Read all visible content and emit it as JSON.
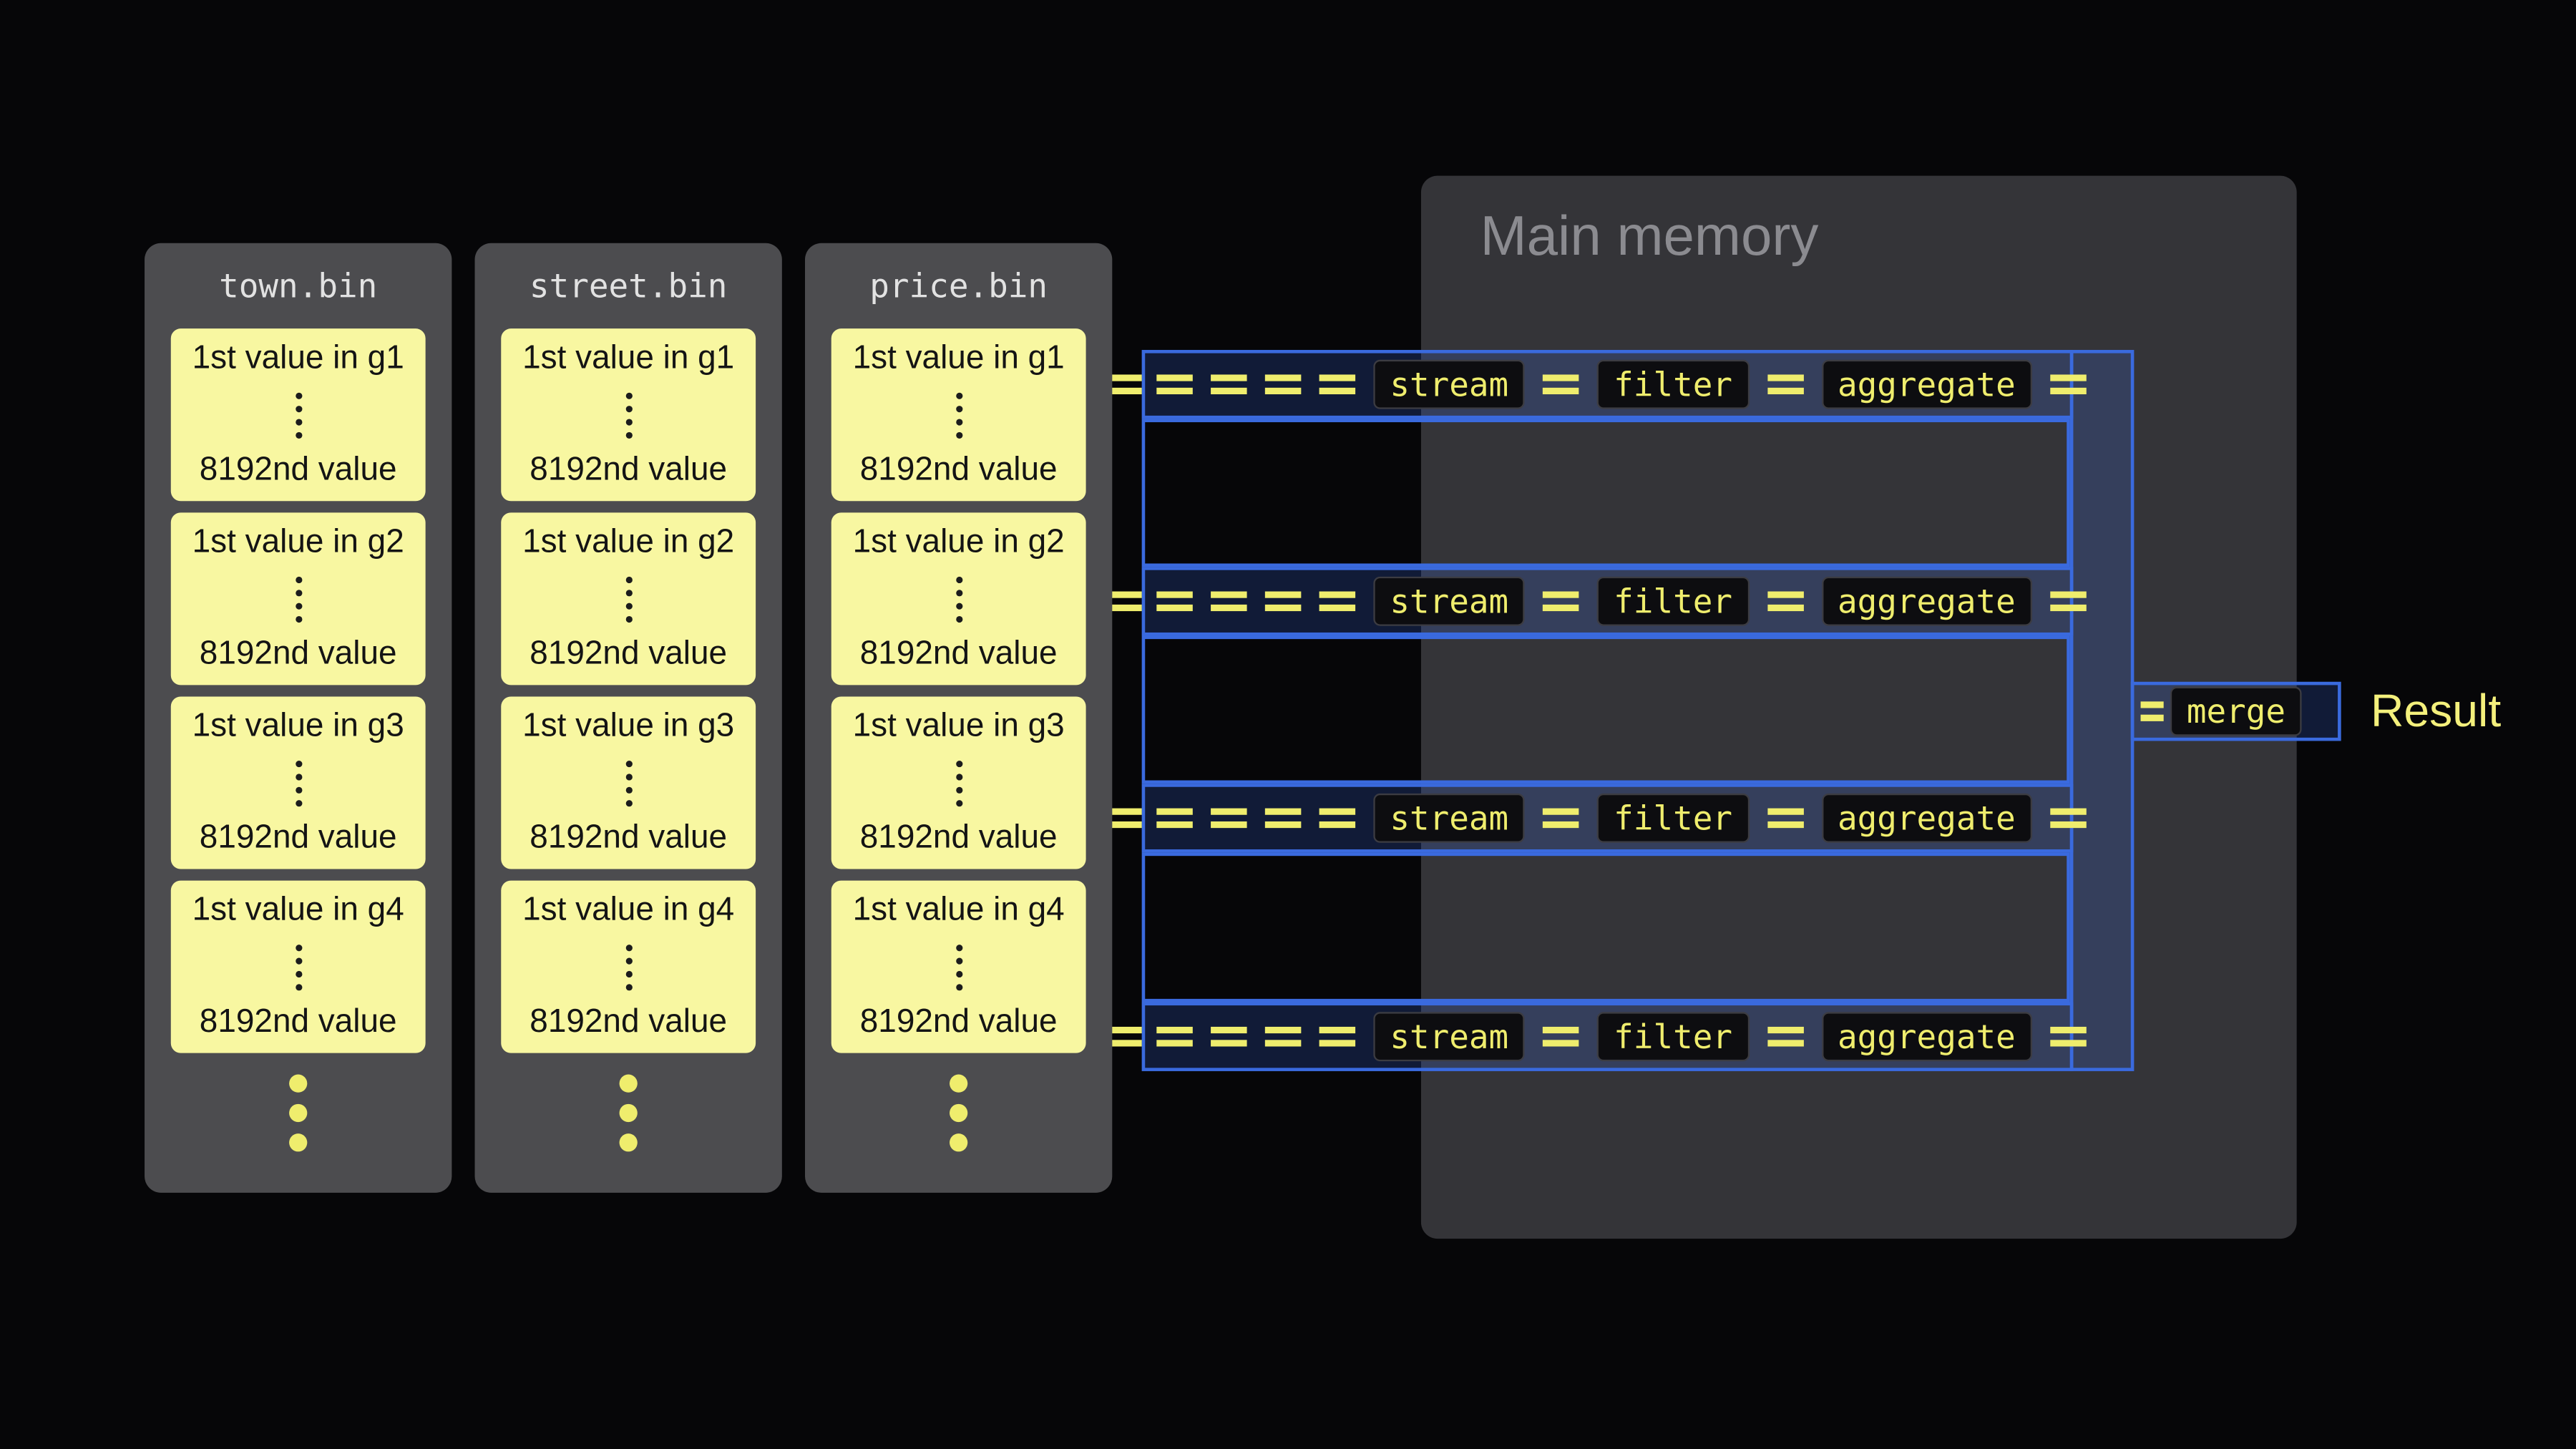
{
  "files": [
    {
      "name": "town.bin"
    },
    {
      "name": "street.bin"
    },
    {
      "name": "price.bin"
    }
  ],
  "granules": [
    {
      "top": "1st value in g1",
      "bottom": "8192nd value"
    },
    {
      "top": "1st value in g2",
      "bottom": "8192nd value"
    },
    {
      "top": "1st value in g3",
      "bottom": "8192nd value"
    },
    {
      "top": "1st value in g4",
      "bottom": "8192nd value"
    }
  ],
  "memory": {
    "title": "Main memory"
  },
  "pipeline": {
    "row_count": 4,
    "stages": [
      "stream",
      "filter",
      "aggregate"
    ]
  },
  "merge": {
    "label": "merge"
  },
  "result": {
    "label": "Result"
  },
  "colors": {
    "background": "#060608",
    "file_panel": "#4c4c4f",
    "memory_box": "#343438",
    "granule_block": "#f8f7a1",
    "accent_yellow": "#efed6d",
    "pipe_blue": "#3a6ade"
  }
}
